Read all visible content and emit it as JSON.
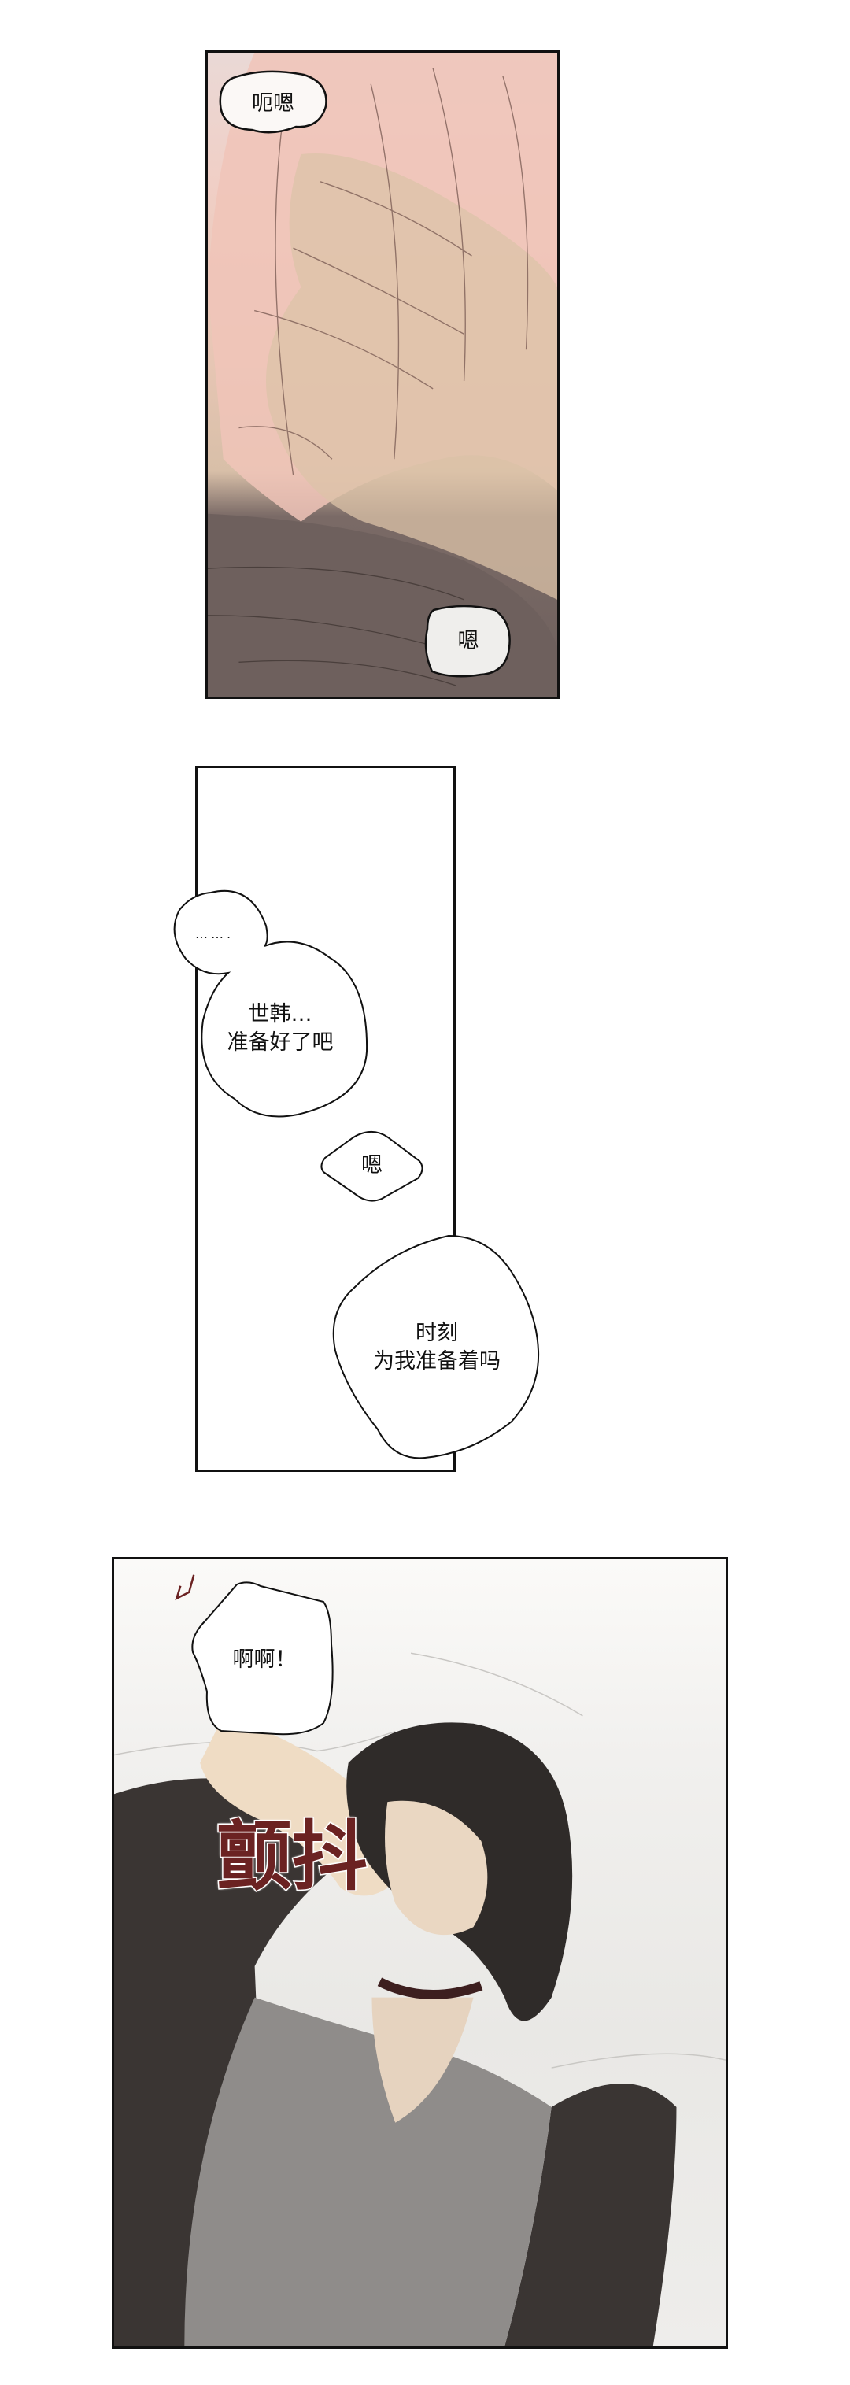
{
  "page": {
    "type": "webtoon-strip",
    "background": "#ffffff"
  },
  "panels": [
    {
      "id": "panel-1",
      "scene": "pink-haired figure's face covered by a hand, dark clothing below",
      "palette": {
        "hair": "#f0c4b8",
        "skin": "#dcc3a8",
        "clothing": "#6e605d",
        "backdrop": "#ead9d6"
      },
      "bubbles": [
        {
          "text": "呃嗯"
        },
        {
          "text": "嗯"
        }
      ]
    },
    {
      "id": "panel-2",
      "scene": "blank white panel with dialogue",
      "bubbles": [
        {
          "text": "……."
        },
        {
          "text": "世韩…\n准备好了吧"
        },
        {
          "text": "嗯"
        },
        {
          "text": "时刻\n为我准备着吗"
        }
      ]
    },
    {
      "id": "panel-3",
      "scene": "dark-haired figure lying on bed, arm over face, wearing a choker",
      "palette": {
        "hair": "#2f2b29",
        "shirt": "#8f8c8a",
        "jacket": "#3a3533",
        "choker": "#3d1f1f",
        "skin": "#e6d3bf",
        "sheets": "#eeedeb"
      },
      "bubbles": [
        {
          "text": "啊啊！"
        }
      ],
      "sound_effect": {
        "text": "颤抖",
        "color": "#6b2222"
      }
    }
  ]
}
